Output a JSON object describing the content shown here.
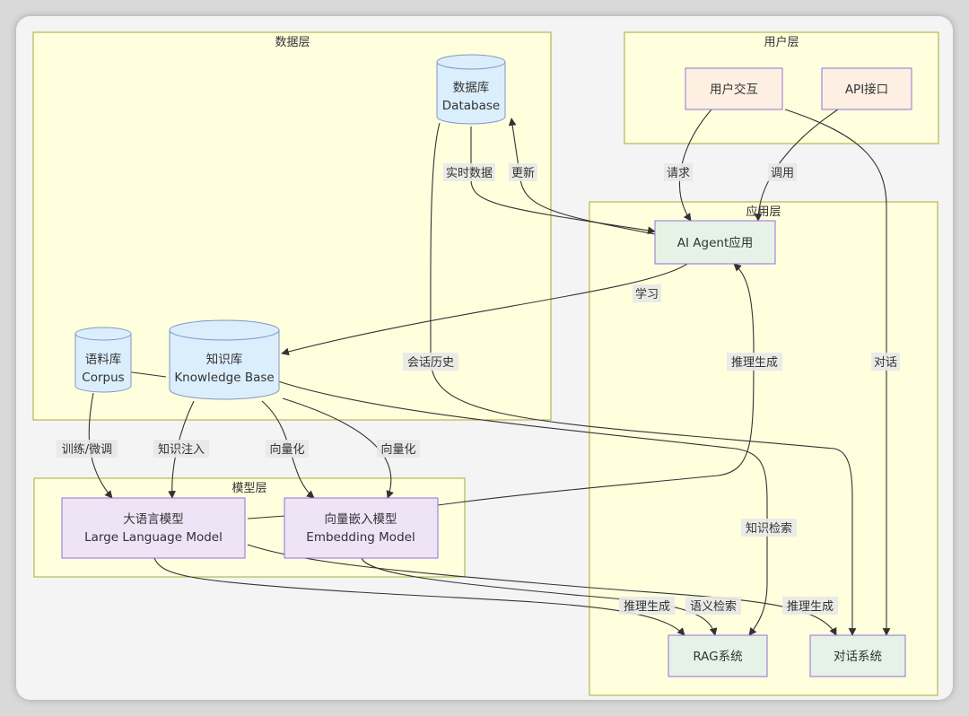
{
  "clusters": {
    "data_layer": "数据层",
    "user_layer": "用户层",
    "app_layer": "应用层",
    "model_layer": "模型层"
  },
  "nodes": {
    "database": [
      "数据库",
      "Database"
    ],
    "user_interaction": [
      "用户交互"
    ],
    "api": [
      "API接口"
    ],
    "agent": [
      "AI Agent应用"
    ],
    "corpus": [
      "语料库",
      "Corpus"
    ],
    "knowledge_base": [
      "知识库",
      "Knowledge Base"
    ],
    "llm": [
      "大语言模型",
      "Large Language Model"
    ],
    "embedding": [
      "向量嵌入模型",
      "Embedding Model"
    ],
    "rag": [
      "RAG系统"
    ],
    "chat": [
      "对话系统"
    ]
  },
  "edges": {
    "realtime": "实时数据",
    "update": "更新",
    "request": "请求",
    "invoke": "调用",
    "learn": "学习",
    "session_history": "会话历史",
    "inference_agent": "推理生成",
    "dialog": "对话",
    "train": "训练/微调",
    "knowledge_inject": "知识注入",
    "vectorize_1": "向量化",
    "vectorize_2": "向量化",
    "knowledge_retrieval": "知识检索",
    "inference_rag": "推理生成",
    "semantic_search": "语义检索",
    "inference_chat": "推理生成"
  },
  "colors": {
    "cluster_fill": "#ffffde",
    "cluster_stroke": "#aaaa33",
    "db_fill": "#dbeefb",
    "db_stroke": "#7f97c7",
    "user_node_fill": "#fdf0e2",
    "user_node_stroke": "#9370db",
    "app_node_fill": "#e6f2e6",
    "app_node_stroke": "#9370db",
    "model_node_fill": "#efe3f6",
    "model_node_stroke": "#9370db"
  }
}
